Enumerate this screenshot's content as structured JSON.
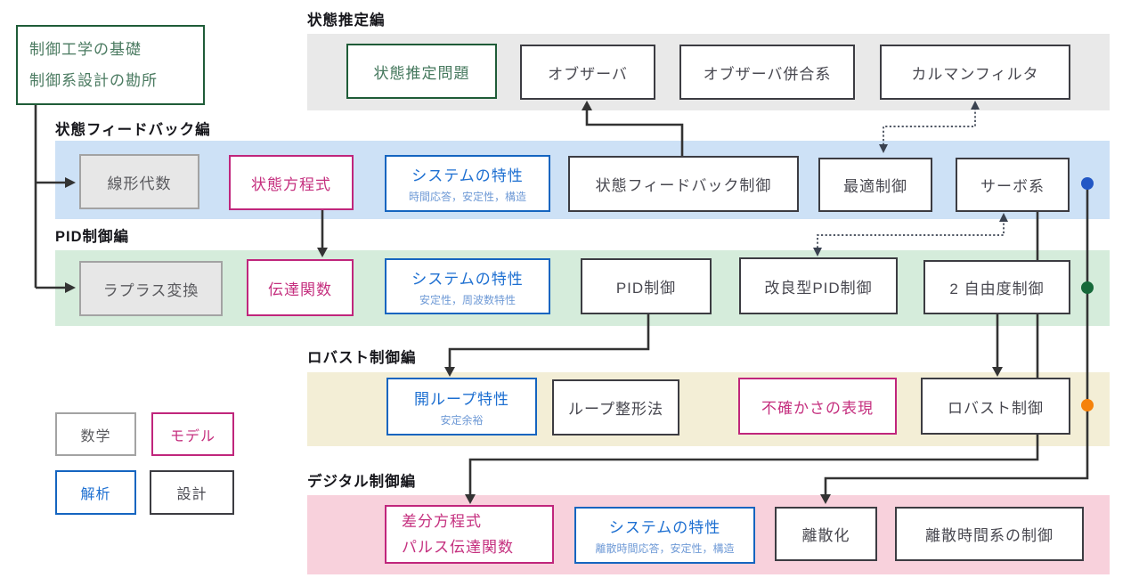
{
  "intro_box": {
    "line1": "制御工学の基礎",
    "line2": "制御系設計の勘所"
  },
  "sections": [
    {
      "header": "状態推定編",
      "band_color": "#e9e9e9",
      "boxes": [
        {
          "label": "状態推定問題",
          "style": "goal"
        },
        {
          "label": "オブザーバ",
          "style": "design"
        },
        {
          "label": "オブザーバ併合系",
          "style": "design"
        },
        {
          "label": "カルマンフィルタ",
          "style": "design"
        }
      ]
    },
    {
      "header": "状態フィードバック編",
      "band_color": "#cde1f6",
      "boxes": [
        {
          "label": "線形代数",
          "style": "math"
        },
        {
          "label": "状態方程式",
          "style": "model"
        },
        {
          "label": "システムの特性",
          "sublabel": "時間応答，安定性，構造",
          "style": "analysis"
        },
        {
          "label": "状態フィードバック制御",
          "style": "design"
        },
        {
          "label": "最適制御",
          "style": "design"
        },
        {
          "label": "サーボ系",
          "style": "design"
        }
      ]
    },
    {
      "header": "PID制御編",
      "band_color": "#d5ecdb",
      "boxes": [
        {
          "label": "ラプラス変換",
          "style": "math"
        },
        {
          "label": "伝達関数",
          "style": "model"
        },
        {
          "label": "システムの特性",
          "sublabel": "安定性，周波数特性",
          "style": "analysis"
        },
        {
          "label": "PID制御",
          "style": "design"
        },
        {
          "label": "改良型PID制御",
          "style": "design"
        },
        {
          "label": "2 自由度制御",
          "style": "design"
        }
      ]
    },
    {
      "header": "ロバスト制御編",
      "band_color": "#f3eed6",
      "boxes": [
        {
          "label": "開ループ特性",
          "sublabel": "安定余裕",
          "style": "analysis"
        },
        {
          "label": "ループ整形法",
          "style": "design"
        },
        {
          "label": "不確かさの表現",
          "style": "model"
        },
        {
          "label": "ロバスト制御",
          "style": "design"
        }
      ]
    },
    {
      "header": "デジタル制御編",
      "band_color": "#f8d1dc",
      "boxes": [
        {
          "label": "差分方程式",
          "label2": "パルス伝達関数",
          "style": "model"
        },
        {
          "label": "システムの特性",
          "sublabel": "離散時間応答，安定性，構造",
          "style": "analysis"
        },
        {
          "label": "離散化",
          "style": "design"
        },
        {
          "label": "離散時間系の制御",
          "style": "design"
        }
      ]
    }
  ],
  "legend": [
    {
      "label": "数学",
      "style": "math"
    },
    {
      "label": "モデル",
      "style": "model"
    },
    {
      "label": "解析",
      "style": "analysis"
    },
    {
      "label": "設計",
      "style": "design"
    }
  ],
  "palette": {
    "math_fill": "#e7e7e7",
    "model_accent": "#c0267c",
    "analysis_accent": "#1565c0",
    "design_accent": "#3c3c42",
    "goal_accent": "#1f5c38",
    "line": "#333333",
    "dot_blue": "#2257c5",
    "dot_green": "#17693a",
    "dot_orange": "#f5820b"
  }
}
